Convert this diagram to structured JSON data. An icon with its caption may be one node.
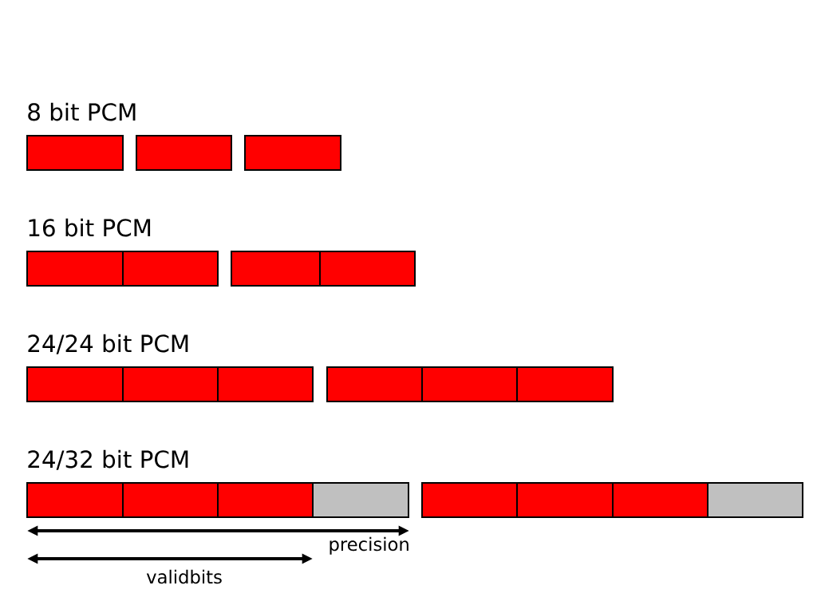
{
  "diagram": {
    "nodes": [
      {
        "text": [],
        "shape": "box"
      },
      {
        "text": [],
        "shape": "box"
      },
      {
        "text": [],
        "shape": "box"
      },
      {
        "text": [],
        "shape": "box"
      },
      {
        "text": [],
        "shape": "box"
      },
      {
        "text": [],
        "shape": "box"
      },
      {
        "text": [],
        "shape": "box"
      },
      {
        "text": [],
        "shape": "box"
      },
      {
        "text": [],
        "shape": "box"
      },
      {
        "text": [],
        "shape": "box"
      },
      {
        "text": [],
        "shape": "box"
      },
      {
        "text": [],
        "shape": "box"
      },
      {
        "text": [],
        "shape": "box"
      },
      {
        "text": [],
        "shape": "box"
      },
      {
        "text": [],
        "shape": "box"
      },
      {
        "text": [],
        "shape": "box"
      },
      {
        "text": [],
        "shape": "box"
      },
      {
        "text": [],
        "shape": "box"
      },
      {
        "text": [],
        "shape": "box"
      },
      {
        "text": [],
        "shape": "box"
      },
      {
        "text": [],
        "shape": "box"
      }
    ],
    "labels": [
      "8 bit PCM",
      "16 bit PCM",
      "24/24 bit PCM",
      "24/32 bit PCM",
      "precision",
      "validbits"
    ]
  }
}
